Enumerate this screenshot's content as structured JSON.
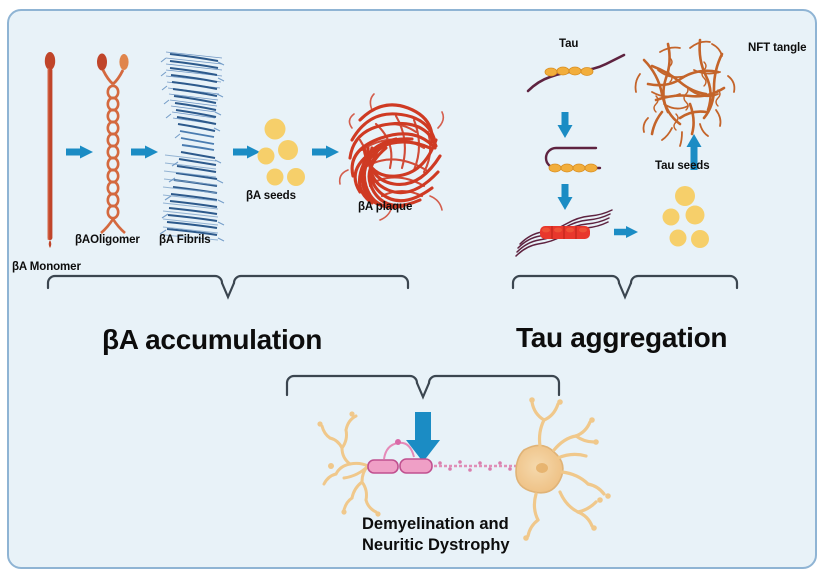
{
  "figure": {
    "background_color": "#e8f2f8",
    "border_color": "#8fb4d4",
    "arrow_color": "#1b8cc4",
    "brace_color": "#3b4650"
  },
  "abeta_pathway": {
    "section_label": "βA accumulation",
    "steps": [
      {
        "name": "monomer",
        "label": "βA Monomer",
        "color": "#c0452a"
      },
      {
        "name": "oligomer",
        "label": "βAOligomer",
        "color": "#d4693f"
      },
      {
        "name": "fibrils",
        "label": "βA Fibrils",
        "color": "#3a6ea8"
      },
      {
        "name": "seeds",
        "label": "βA seeds",
        "color": "#f6cf6a"
      },
      {
        "name": "plaque",
        "label": "βA plaque",
        "color": "#cf3a23"
      }
    ]
  },
  "tau_pathway": {
    "section_label": "Tau aggregation",
    "steps": [
      {
        "name": "tau-monomer",
        "label": "Tau",
        "color": "#5e2340"
      },
      {
        "name": "tau-folded",
        "label": "",
        "color": "#5e2340"
      },
      {
        "name": "tau-filament",
        "label": "",
        "color": "#e8372c"
      },
      {
        "name": "tau-seeds",
        "label": "Tau seeds",
        "color": "#f6cf6a"
      },
      {
        "name": "nft-tangle",
        "label": "NFT tangle",
        "color": "#c4642a"
      }
    ]
  },
  "outcome": {
    "line1": "Demyelination and",
    "line2": "Neuritic Dystrophy",
    "neuron_color": "#f0c88b",
    "myelin_color": "#e79cc4"
  },
  "chart_data": {
    "type": "diagram",
    "title": "Amyloid-beta accumulation and Tau aggregation pathways in Alzheimer's disease",
    "branches": [
      {
        "name": "βA accumulation",
        "sequence": [
          "βA Monomer",
          "βAOligomer",
          "βA Fibrils",
          "βA seeds",
          "βA plaque"
        ]
      },
      {
        "name": "Tau aggregation",
        "sequence": [
          "Tau",
          "Tau (folded)",
          "Tau filament",
          "Tau seeds",
          "NFT tangle"
        ]
      }
    ],
    "converges_to": "Demyelination and Neuritic Dystrophy"
  }
}
